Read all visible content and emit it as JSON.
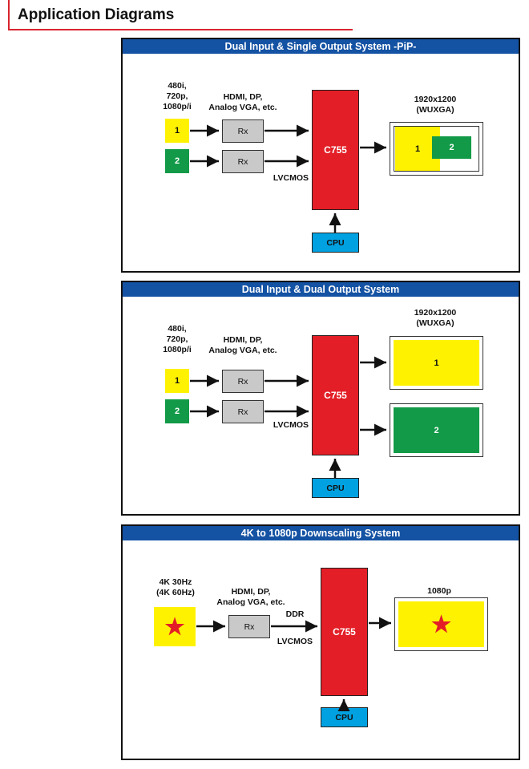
{
  "page_title": "Application Diagrams",
  "panels": [
    {
      "title": "Dual Input & Single Output System -PiP-",
      "input_formats": "480i,\n720p,\n1080p/i",
      "interfaces": "HDMI, DP,\nAnalog VGA, etc.",
      "input1": "1",
      "input2": "2",
      "rx": "Rx",
      "bus": "LVCMOS",
      "chip": "C755",
      "cpu": "CPU",
      "resolution": "1920x1200\n(WUXGA)",
      "display_main": "1",
      "display_pip": "2"
    },
    {
      "title": "Dual Input & Dual Output System",
      "input_formats": "480i,\n720p,\n1080p/i",
      "interfaces": "HDMI, DP,\nAnalog VGA, etc.",
      "input1": "1",
      "input2": "2",
      "rx": "Rx",
      "bus": "LVCMOS",
      "chip": "C755",
      "cpu": "CPU",
      "resolution": "1920x1200\n(WUXGA)",
      "display1": "1",
      "display2": "2"
    },
    {
      "title": "4K to 1080p Downscaling System",
      "input_formats": "4K 30Hz\n(4K 60Hz)",
      "interfaces": "HDMI, DP,\nAnalog VGA, etc.",
      "rx": "Rx",
      "memory": "DDR",
      "bus": "LVCMOS",
      "chip": "C755",
      "cpu": "CPU",
      "resolution": "1080p",
      "star": "★"
    }
  ],
  "colors": {
    "header_blue": "#1452a3",
    "chip_red": "#e31e26",
    "cpu_blue": "#00a1e1",
    "yellow": "#fff200",
    "green": "#129a48",
    "rx_gray": "#c9c9c9"
  }
}
